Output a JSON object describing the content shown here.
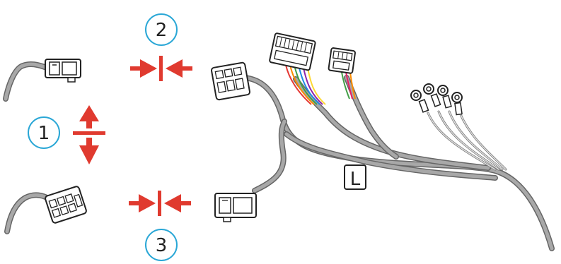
{
  "steps": [
    {
      "number": "1",
      "action": "separate"
    },
    {
      "number": "2",
      "action": "join"
    },
    {
      "number": "3",
      "action": "join"
    }
  ],
  "harness_label": "L",
  "colors": {
    "step_circle": "#2aa7d6",
    "arrow": "#e03a2f",
    "outline": "#222222",
    "cable": "#9a9a9a",
    "connector": "#ffffff"
  },
  "wire_colors": [
    "#e53935",
    "#fb8c00",
    "#fdd835",
    "#43a047",
    "#1e88e5",
    "#8e24aa",
    "#6d4c41",
    "#e91e63"
  ],
  "icons": [
    "step-circle",
    "arrow-separate-vertical",
    "arrow-join-horizontal",
    "connector-plug",
    "ring-terminal"
  ]
}
